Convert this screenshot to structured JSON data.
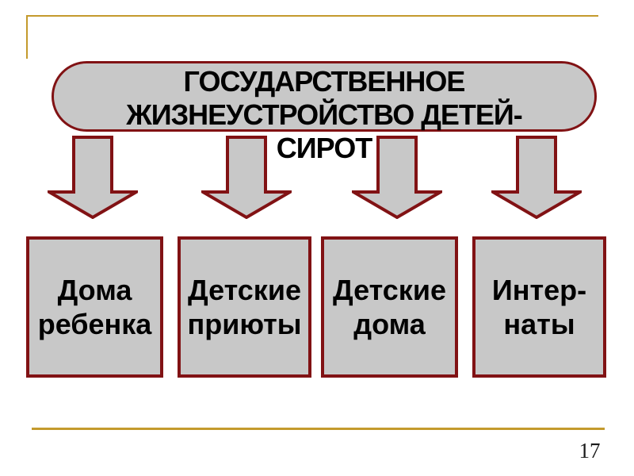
{
  "slide": {
    "title_shape": {
      "text": "ГОСУДАРСТВЕННОЕ\nЖИЗНЕУСТРОЙСТВО ДЕТЕЙ-\nСИРОТ"
    },
    "arrows": {
      "icon": "down-block-arrow",
      "count": 4
    },
    "category_boxes": [
      {
        "label": "Дома\nребенка"
      },
      {
        "label": "Детские\nприюты"
      },
      {
        "label": "Детские\nдома"
      },
      {
        "label": "Интер-\nнаты"
      }
    ],
    "footer": {
      "page_number": "17"
    },
    "colors": {
      "accent_gold": "#C49A2D",
      "shape_border_maroon": "#811214",
      "shape_fill_gray": "#C8C8C8",
      "text_black": "#000000"
    }
  }
}
